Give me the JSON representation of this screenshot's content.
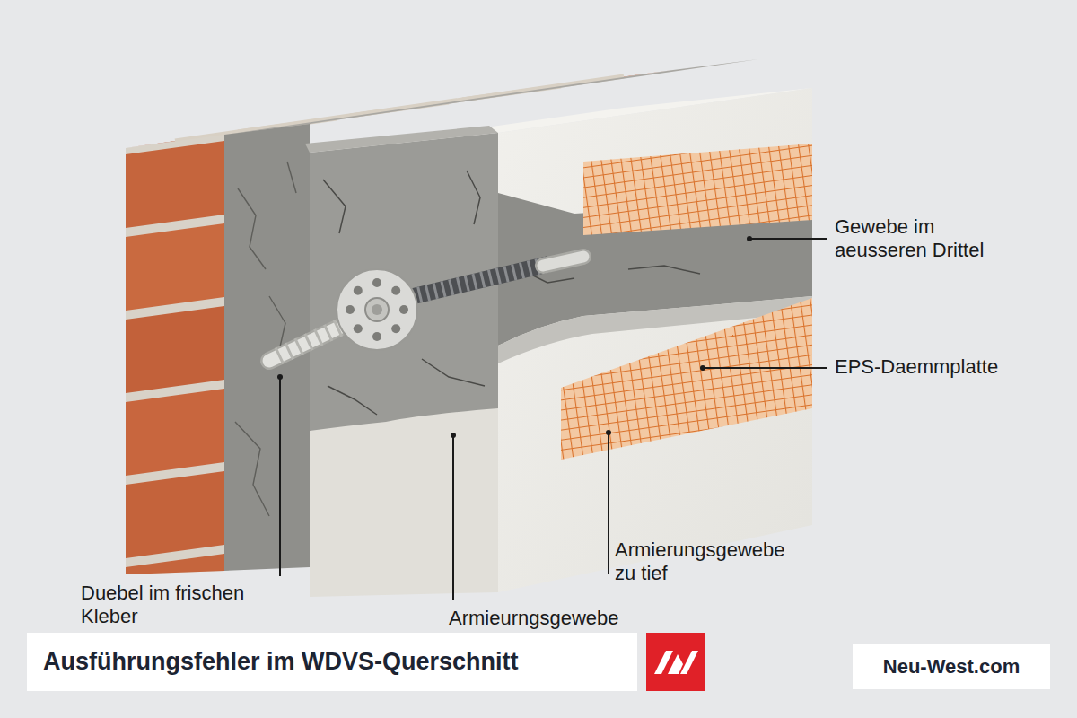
{
  "diagram": {
    "title": "Ausführungsfehler im WDVS-Querschnitt",
    "labels": [
      "Gewebe im aeusseren Drittel",
      "EPS-Daemmplatte",
      "Armierungsgewebe zu tief",
      "Duebel im frischen Kleber",
      "Armieurngsgewebe",
      "Neu-West.com"
    ]
  }
}
